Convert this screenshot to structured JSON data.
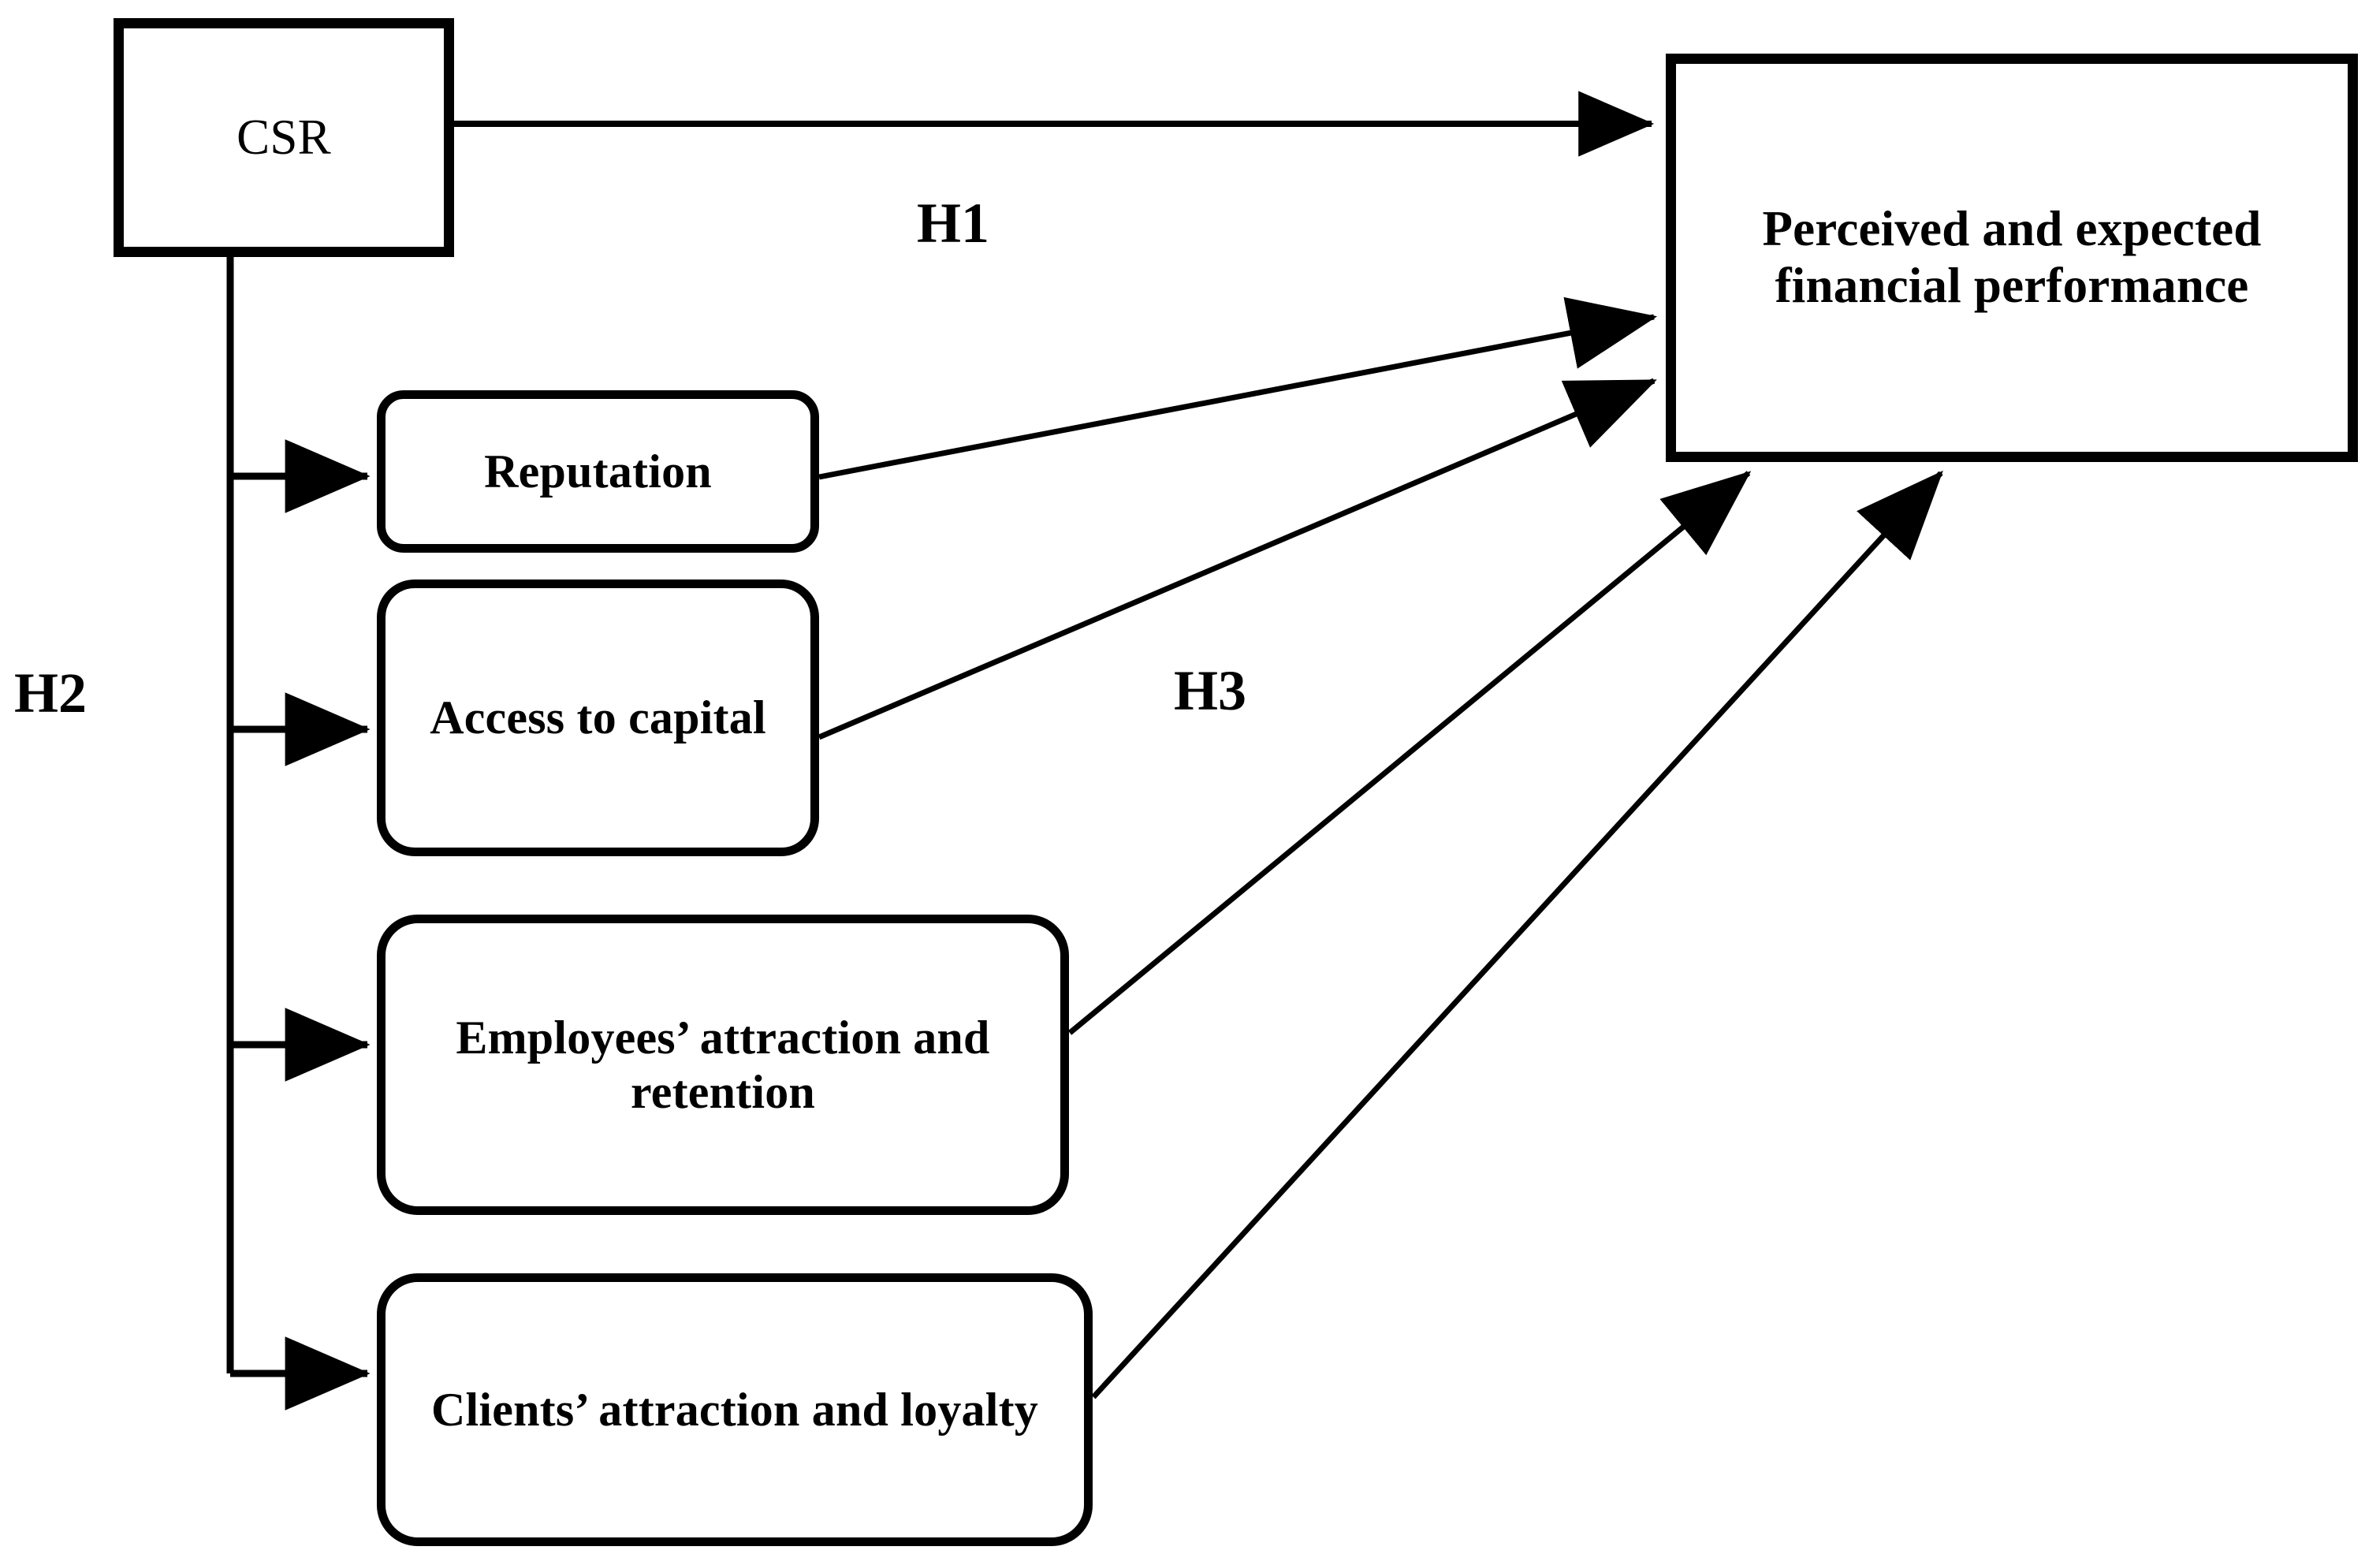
{
  "diagram": {
    "type": "conceptual-model",
    "background_color": "#ffffff",
    "line_color": "#000000",
    "nodes": {
      "csr": {
        "label": "CSR",
        "shape": "rectangle"
      },
      "outcome": {
        "label": "Perceived and expected financial performance",
        "shape": "rectangle"
      },
      "reputation": {
        "label": "Reputation",
        "shape": "rounded-rectangle"
      },
      "access": {
        "label": "Access to capital",
        "shape": "rounded-rectangle"
      },
      "employees": {
        "label": "Employees’ attraction and retention",
        "shape": "rounded-rectangle"
      },
      "clients": {
        "label": "Clients’ attraction and loyalty",
        "shape": "rounded-rectangle"
      }
    },
    "hypotheses": [
      {
        "id": "h1",
        "label": "H1",
        "description": "CSR to perceived and expected financial performance"
      },
      {
        "id": "h2",
        "label": "H2",
        "description": "CSR to the four mediators"
      },
      {
        "id": "h3",
        "label": "H3",
        "description": "Mediators to perceived and expected financial performance"
      }
    ],
    "edges": [
      {
        "from": "csr",
        "to": "outcome",
        "hypothesis": "H1"
      },
      {
        "from": "csr",
        "to": "reputation",
        "hypothesis": "H2"
      },
      {
        "from": "csr",
        "to": "access",
        "hypothesis": "H2"
      },
      {
        "from": "csr",
        "to": "employees",
        "hypothesis": "H2"
      },
      {
        "from": "csr",
        "to": "clients",
        "hypothesis": "H2"
      },
      {
        "from": "reputation",
        "to": "outcome",
        "hypothesis": "H3"
      },
      {
        "from": "access",
        "to": "outcome",
        "hypothesis": "H3"
      },
      {
        "from": "employees",
        "to": "outcome",
        "hypothesis": "H3"
      },
      {
        "from": "clients",
        "to": "outcome",
        "hypothesis": "H3"
      }
    ]
  }
}
